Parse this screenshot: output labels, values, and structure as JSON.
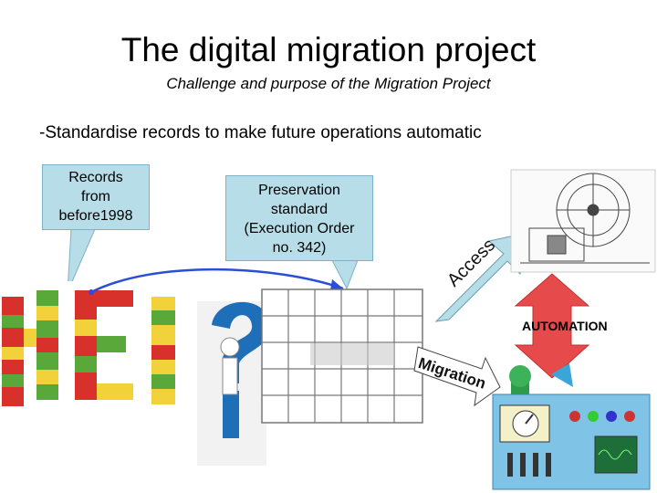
{
  "slide": {
    "title": "The digital migration project",
    "subtitle": "Challenge and purpose of the Migration Project",
    "bullet": "-Standardise records to make future operations automatic"
  },
  "callouts": {
    "records": [
      "Records",
      "from",
      "before1998"
    ],
    "preservation": [
      "Preservation",
      "standard",
      "(Execution Order",
      "no. 342)"
    ]
  },
  "labels": {
    "access": "Access",
    "migration": "Migration",
    "automation": "AUTOMATION"
  },
  "colors": {
    "callout_fill": "#b7dde8",
    "arrow_fill": "#b7dde8",
    "automation_red": "#e74a4a",
    "connector_blue": "#2a4fd6",
    "lego_red": "#d8302a",
    "lego_yellow": "#f1d23a",
    "lego_green": "#5aa83a",
    "question_blue": "#1f6fb8"
  },
  "icons": [
    "lego-letters-image",
    "question-figure-image",
    "puzzle-image",
    "machine-drawing-image",
    "control-panel-image"
  ]
}
